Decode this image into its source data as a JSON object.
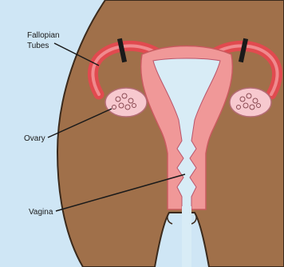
{
  "labels": {
    "fallopian_line1": "Fallopian",
    "fallopian_line2": "Tubes",
    "ovary": "Ovary",
    "vagina": "Vagina"
  },
  "colors": {
    "background": "#cfe6f5",
    "skin": "#a0704a",
    "skin_outline": "#3b2a1c",
    "tube": "#e14a4f",
    "uterus_wall": "#f09898",
    "cavity": "#d8ecf6",
    "ovary": "#f7c9cf",
    "clip": "#1a1a1a"
  }
}
